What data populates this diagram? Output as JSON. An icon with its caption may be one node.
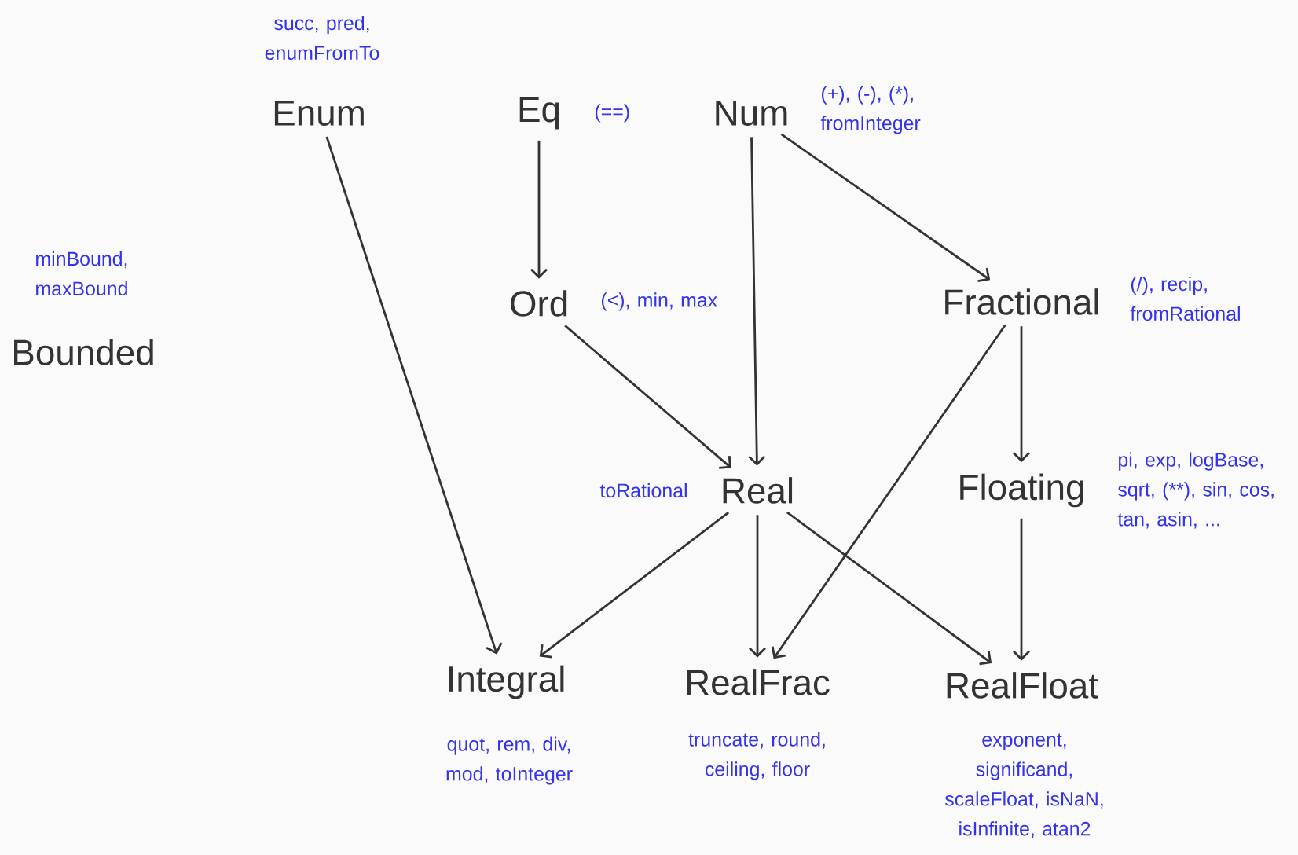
{
  "diagram": {
    "nodes": [
      {
        "text": [
          "Enum"
        ],
        "beside": [
          "succ, pred, enumFromTo"
        ]
      },
      {
        "text": [
          "Eq"
        ],
        "beside": [
          "(==)"
        ]
      },
      {
        "text": [
          "Num"
        ],
        "beside": [
          "(+), (-), (*), fromInteger"
        ]
      },
      {
        "text": [
          "Bounded"
        ],
        "beside": [
          "minBound, maxBound"
        ]
      },
      {
        "text": [
          "Ord"
        ],
        "beside": [
          "(<), min, max"
        ]
      },
      {
        "text": [
          "Fractional"
        ],
        "beside": [
          "(/), recip, fromRational"
        ]
      },
      {
        "text": [
          "Real"
        ],
        "beside": [
          "toRational"
        ]
      },
      {
        "text": [
          "Floating"
        ],
        "beside": [
          "pi, exp, logBase, sqrt, (**), sin, cos, tan, asin, ..."
        ]
      },
      {
        "text": [
          "Integral"
        ],
        "beside": [
          "quot, rem, div, mod, toInteger"
        ]
      },
      {
        "text": [
          "RealFrac"
        ],
        "beside": [
          "truncate, round, ceiling, floor"
        ]
      },
      {
        "text": [
          "RealFloat"
        ],
        "beside": [
          "exponent, significand, scaleFloat, isNaN, isInfinite, atan2"
        ]
      }
    ],
    "edges": [
      {
        "from": 1,
        "to": 4,
        "arrow": "to"
      },
      {
        "from": 2,
        "to": 5,
        "arrow": "to"
      },
      {
        "from": 2,
        "to": 6,
        "arrow": "to"
      },
      {
        "from": 0,
        "to": 8,
        "arrow": "to"
      },
      {
        "from": 4,
        "to": 6,
        "arrow": "to"
      },
      {
        "from": 5,
        "to": 7,
        "arrow": "to"
      },
      {
        "from": 5,
        "to": 9,
        "arrow": "to"
      },
      {
        "from": 6,
        "to": 8,
        "arrow": "to"
      },
      {
        "from": 6,
        "to": 9,
        "arrow": "to"
      },
      {
        "from": 6,
        "to": 10,
        "arrow": "to"
      },
      {
        "from": 7,
        "to": 10,
        "arrow": "to"
      }
    ]
  }
}
